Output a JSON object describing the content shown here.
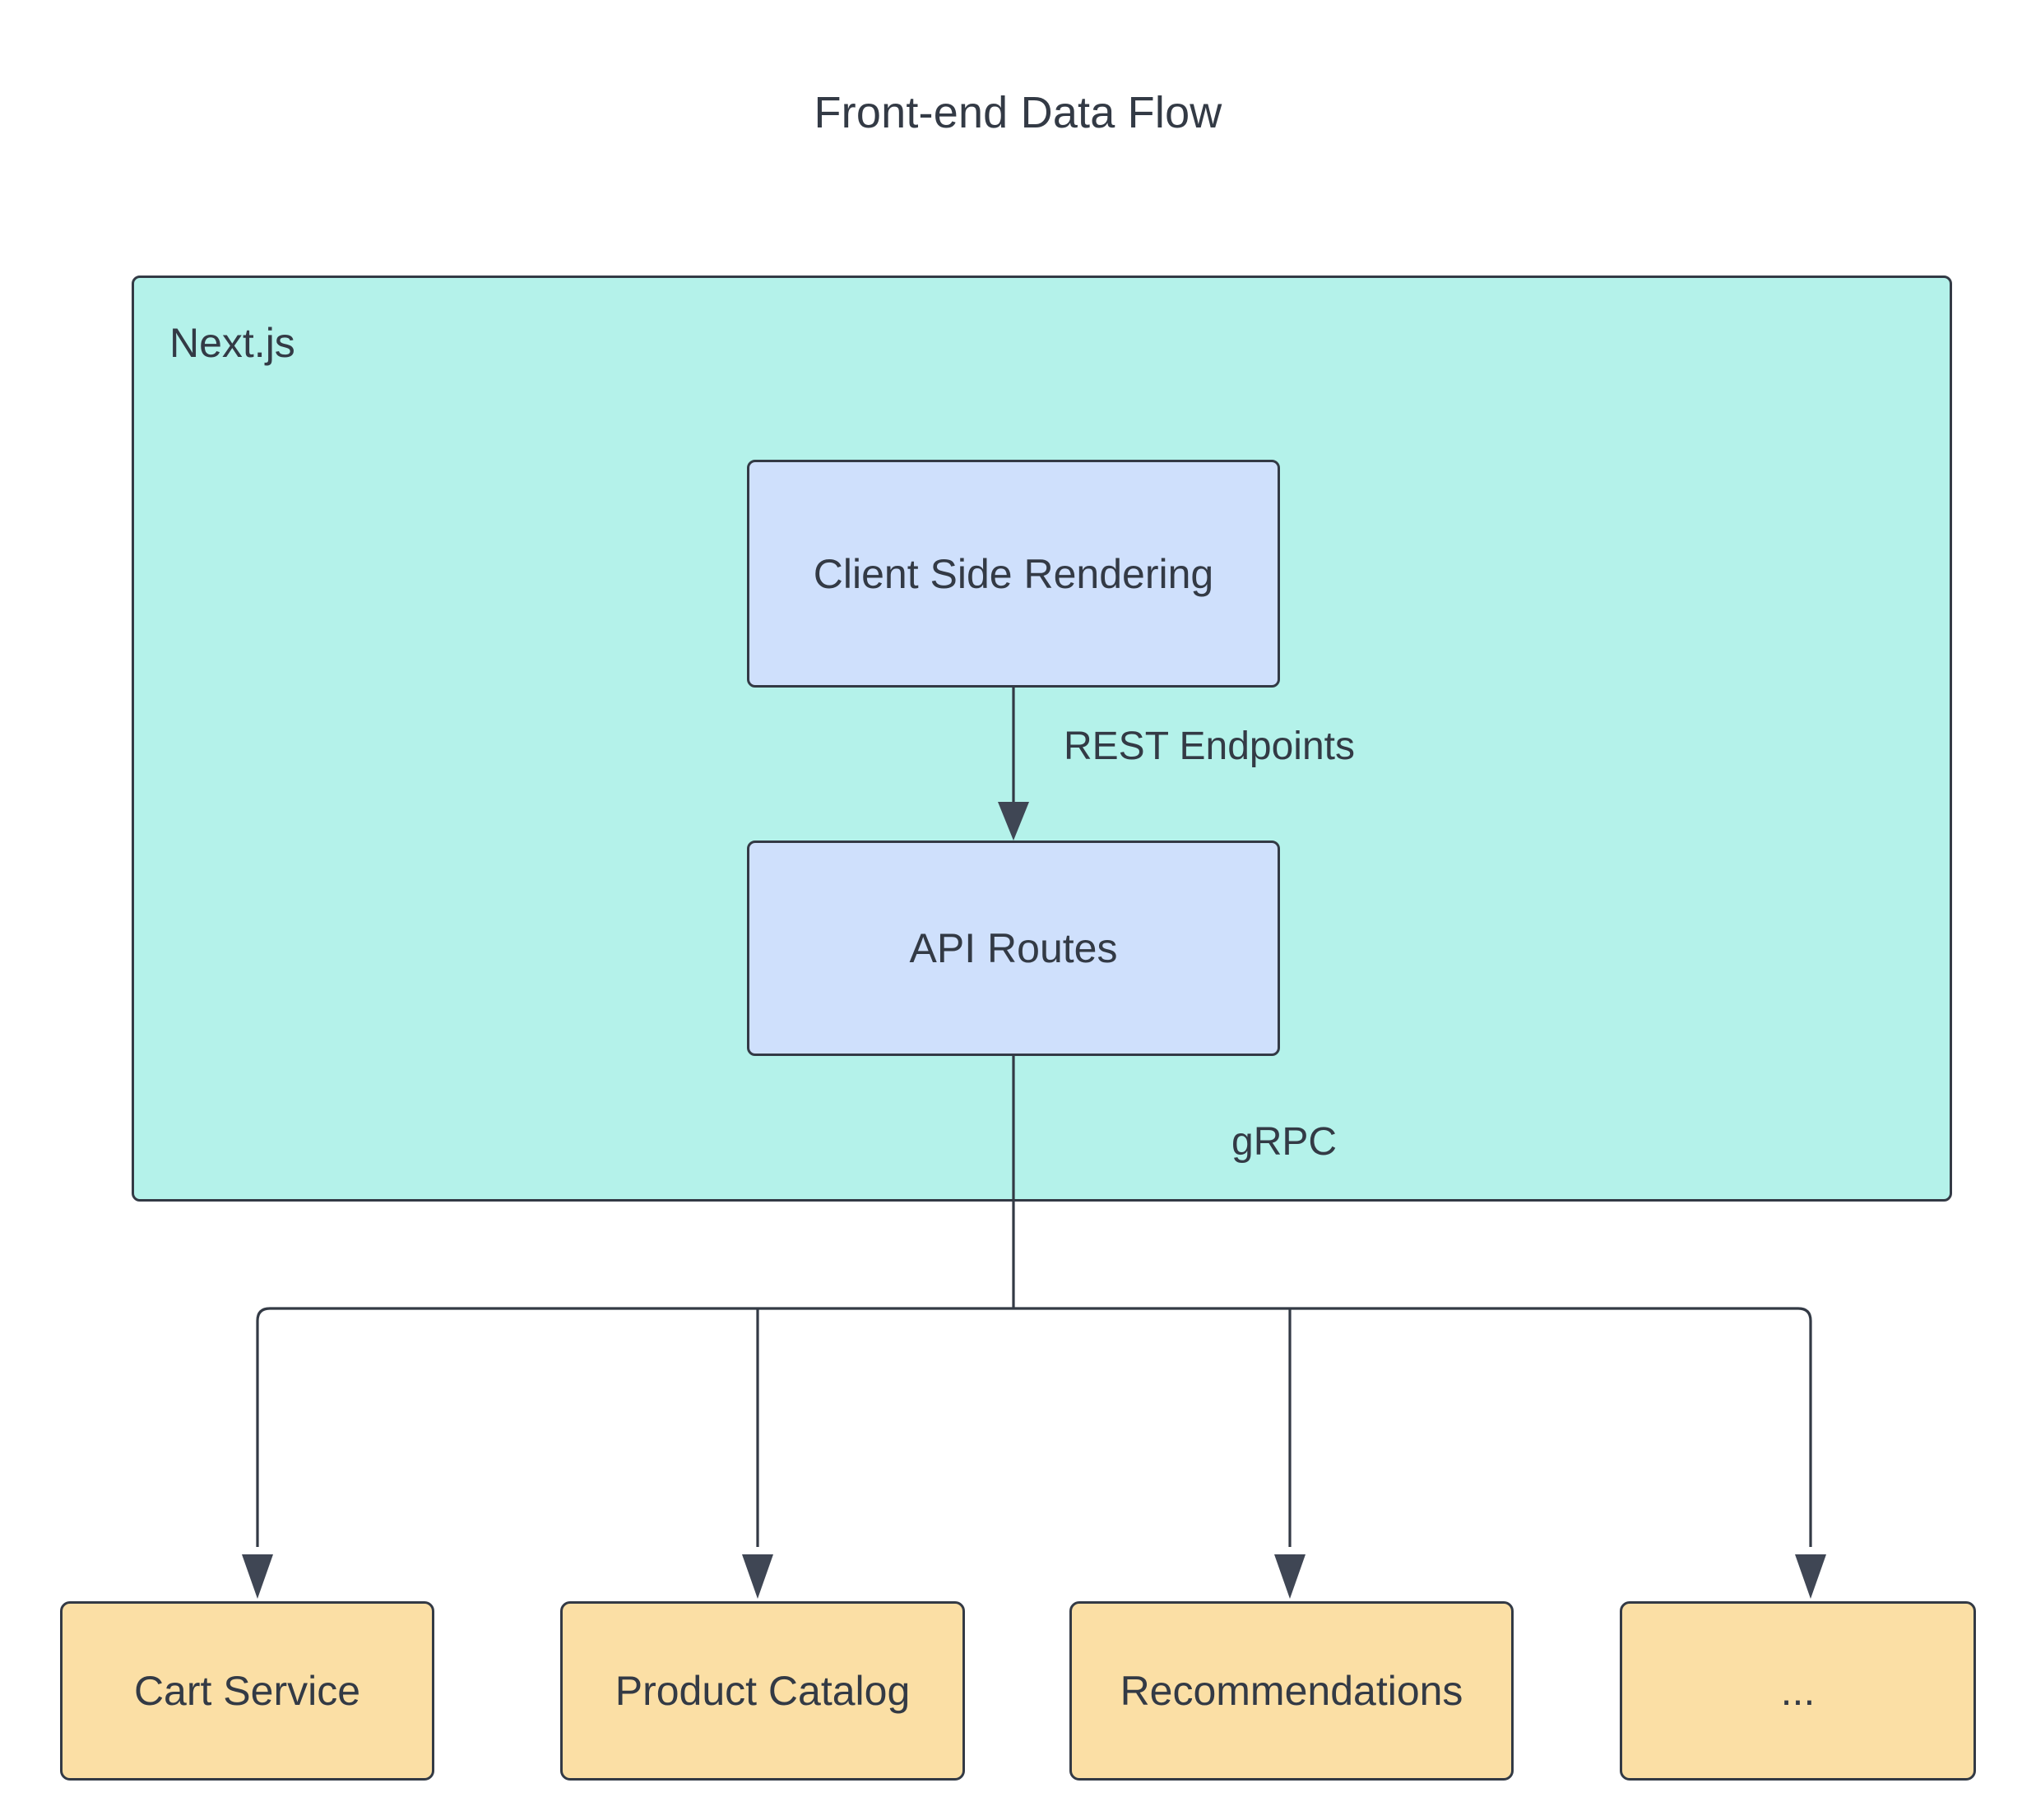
{
  "diagram": {
    "title": "Front-end Data Flow",
    "type": "flowchart",
    "direction": "top-down",
    "colors": {
      "background": "#ffffff",
      "text": "#333a45",
      "stroke": "#333a45",
      "subgraph_fill": "#b4f2ea",
      "process_fill": "#cfe0fc",
      "service_fill": "#fbdfa5"
    }
  },
  "subgraph": {
    "label": "Next.js",
    "nodes": [
      {
        "id": "csr",
        "label": "Client Side Rendering",
        "shape": "rounded-rect",
        "fill": "#cfe0fc"
      },
      {
        "id": "api_routes",
        "label": "API Routes",
        "shape": "rounded-rect",
        "fill": "#cfe0fc"
      }
    ]
  },
  "services": [
    {
      "id": "cart",
      "label": "Cart Service",
      "shape": "rounded-rect",
      "fill": "#fbdfa5"
    },
    {
      "id": "catalog",
      "label": "Product Catalog",
      "shape": "rounded-rect",
      "fill": "#fbdfa5"
    },
    {
      "id": "recommendations",
      "label": "Recommendations",
      "shape": "rounded-rect",
      "fill": "#fbdfa5"
    },
    {
      "id": "more",
      "label": "...",
      "shape": "rounded-rect",
      "fill": "#fbdfa5"
    }
  ],
  "edges": [
    {
      "from": "csr",
      "to": "api_routes",
      "label": "REST Endpoints",
      "arrow": "single"
    },
    {
      "from": "api_routes",
      "to": "cart",
      "label": "gRPC",
      "arrow": "single"
    },
    {
      "from": "api_routes",
      "to": "catalog",
      "label": "gRPC",
      "arrow": "single"
    },
    {
      "from": "api_routes",
      "to": "recommendations",
      "label": "gRPC",
      "arrow": "single"
    },
    {
      "from": "api_routes",
      "to": "more",
      "label": "gRPC",
      "arrow": "single"
    }
  ],
  "edge_labels": {
    "rest_endpoints": "REST Endpoints",
    "grpc": "gRPC"
  }
}
